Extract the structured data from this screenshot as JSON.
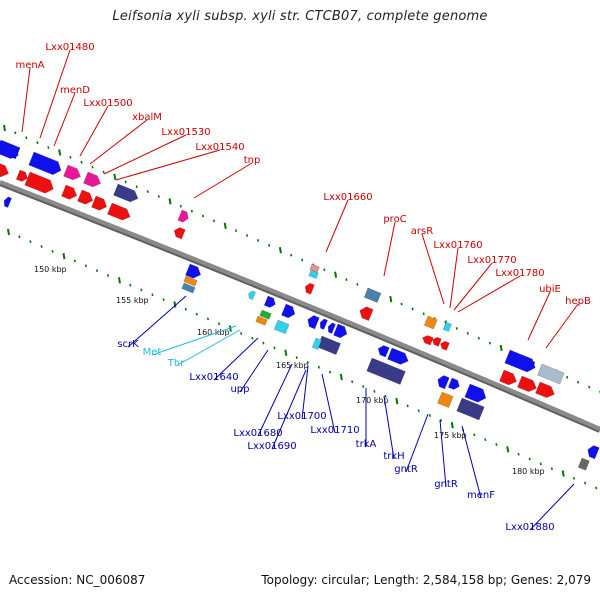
{
  "title": "Leifsonia xyli subsp. xyli str. CTCB07, complete genome",
  "accession": "Accession: NC_006087",
  "topology": "Topology: circular; Length: 2,584,158 bp; Genes: 2,079",
  "colors": {
    "label_top": "#cc0000",
    "label_bottom": "#0000aa",
    "label_cyan": "#22bbdd",
    "backbone": "#8a8a8a",
    "tick": "#007700",
    "blue": "#1010ee",
    "red": "#ee1010",
    "magenta": "#e8179a",
    "navy": "#3a3a88",
    "steelblue": "#4a80b0",
    "orange": "#ee8810",
    "cyan": "#30d0ee",
    "green": "#22aa33",
    "pink": "#e89090",
    "gray": "#666666",
    "lightsteel": "#aabbcc"
  },
  "kbp_labels": [
    "150 kbp",
    "155 kbp",
    "160 kbp",
    "165 kbp",
    "170 kbp",
    "175 kbp",
    "180 kbp"
  ],
  "top_labels": [
    "menA",
    "Lxx01480",
    "menD",
    "Lxx01500",
    "xbalM",
    "Lxx01530",
    "Lxx01540",
    "tnp",
    "Lxx01660",
    "proC",
    "arsR",
    "Lxx01760",
    "Lxx01770",
    "Lxx01780",
    "ubiE",
    "hepB"
  ],
  "bottom_labels": [
    "scrK",
    "Met",
    "Thr",
    "Lxx01640",
    "upp",
    "Lxx01680",
    "Lxx01690",
    "Lxx01700",
    "Lxx01710",
    "trkA",
    "trkH",
    "gntR",
    "gntR",
    "menF",
    "Lxx01880"
  ]
}
